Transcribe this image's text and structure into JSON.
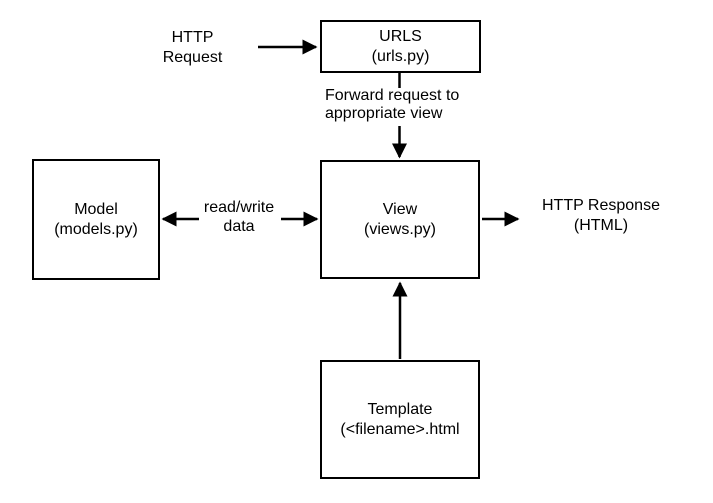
{
  "diagram": {
    "title": "Django URL-View-Model-Template request flow",
    "background_color": "#ffffff",
    "line_color": "#000000",
    "boxes": {
      "urls": {
        "line1": "URLS",
        "line2": "(urls.py)"
      },
      "model": {
        "line1": "Model",
        "line2": "(models.py)"
      },
      "view": {
        "line1": "View",
        "line2": "(views.py)"
      },
      "template": {
        "line1": "Template",
        "line2": "(<filename>.html"
      }
    },
    "labels": {
      "http_request": {
        "line1": "HTTP",
        "line2": "Request"
      },
      "forward": {
        "line1": "Forward request to",
        "line2": "appropriate view"
      },
      "read_write": {
        "line1": "read/write",
        "line2": "data"
      },
      "http_response": {
        "line1": "HTTP Response",
        "line2": "(HTML)"
      }
    }
  }
}
